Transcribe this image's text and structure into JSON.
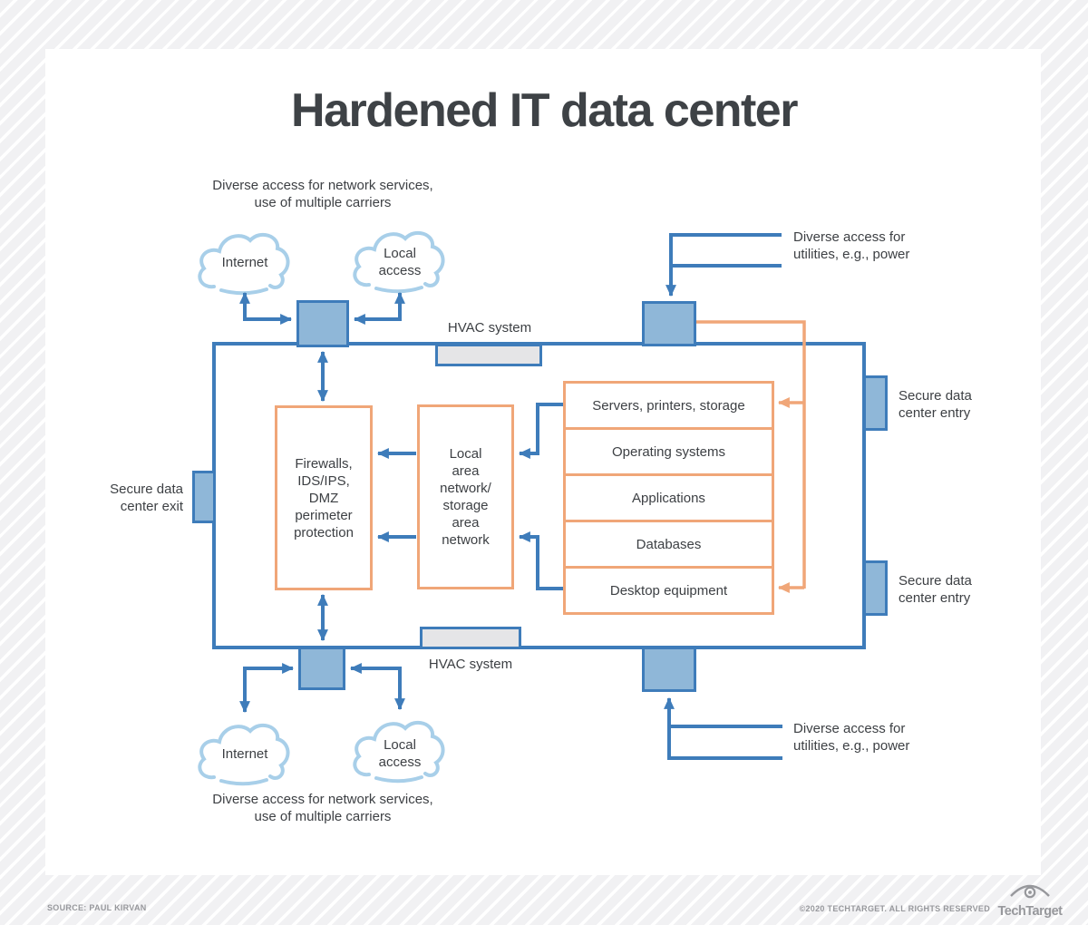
{
  "page": {
    "title": "Hardened IT data center",
    "source": "SOURCE: PAUL KIRVAN",
    "copyright": "©2020 TECHTARGET. ALL RIGHTS RESERVED",
    "brand": "TechTarget"
  },
  "colors": {
    "line_blue": "#3e7cba",
    "fill_blue": "#8fb7d8",
    "cloud_blue": "#a8cfe9",
    "accent_orange": "#f0a678",
    "hvac_gray": "#e5e5e7",
    "text_dark": "#3d4044",
    "footer_gray": "#97989c"
  },
  "clouds": {
    "internet": "Internet",
    "local_access": "Local\naccess"
  },
  "annotations": {
    "network_access": "Diverse access for network services,\nuse of multiple carriers",
    "utilities_access": "Diverse access for\nutilities, e.g., power",
    "hvac": "HVAC system",
    "secure_entry": "Secure data\ncenter entry",
    "secure_exit": "Secure data\ncenter exit"
  },
  "boxes": {
    "firewalls": "Firewalls,\nIDS/IPS,\nDMZ\nperimeter\nprotection",
    "lan": "Local\narea\nnetwork/\nstorage\narea\nnetwork",
    "stack": [
      "Servers, printers, storage",
      "Operating systems",
      "Applications",
      "Databases",
      "Desktop equipment"
    ]
  }
}
